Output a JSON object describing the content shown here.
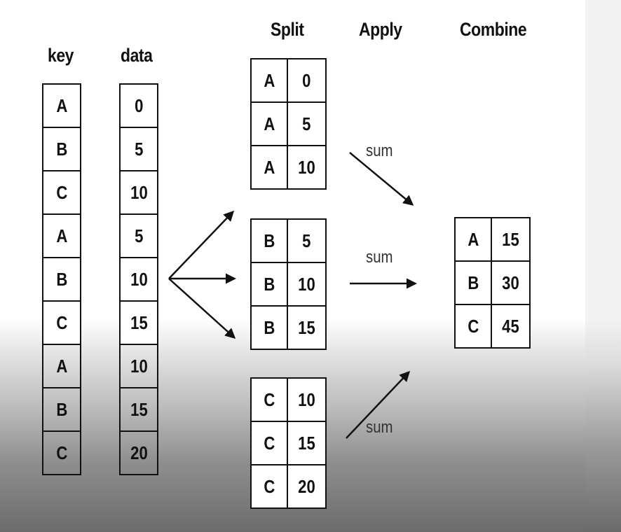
{
  "headers": {
    "key": "key",
    "data": "data",
    "split": "Split",
    "apply": "Apply",
    "combine": "Combine"
  },
  "columns": {
    "key": [
      "A",
      "B",
      "C",
      "A",
      "B",
      "C",
      "A",
      "B",
      "C"
    ],
    "data": [
      "0",
      "5",
      "10",
      "5",
      "10",
      "15",
      "10",
      "15",
      "20"
    ]
  },
  "split_groups": [
    {
      "rows": [
        [
          "A",
          "0"
        ],
        [
          "A",
          "5"
        ],
        [
          "A",
          "10"
        ]
      ]
    },
    {
      "rows": [
        [
          "B",
          "5"
        ],
        [
          "B",
          "10"
        ],
        [
          "B",
          "15"
        ]
      ]
    },
    {
      "rows": [
        [
          "C",
          "10"
        ],
        [
          "C",
          "15"
        ],
        [
          "C",
          "20"
        ]
      ]
    }
  ],
  "apply_labels": [
    "sum",
    "sum",
    "sum"
  ],
  "combine": {
    "rows": [
      [
        "A",
        "15"
      ],
      [
        "B",
        "30"
      ],
      [
        "C",
        "45"
      ]
    ]
  },
  "colors": {
    "stroke": "#111111",
    "cell_bg": "#ffffff"
  }
}
